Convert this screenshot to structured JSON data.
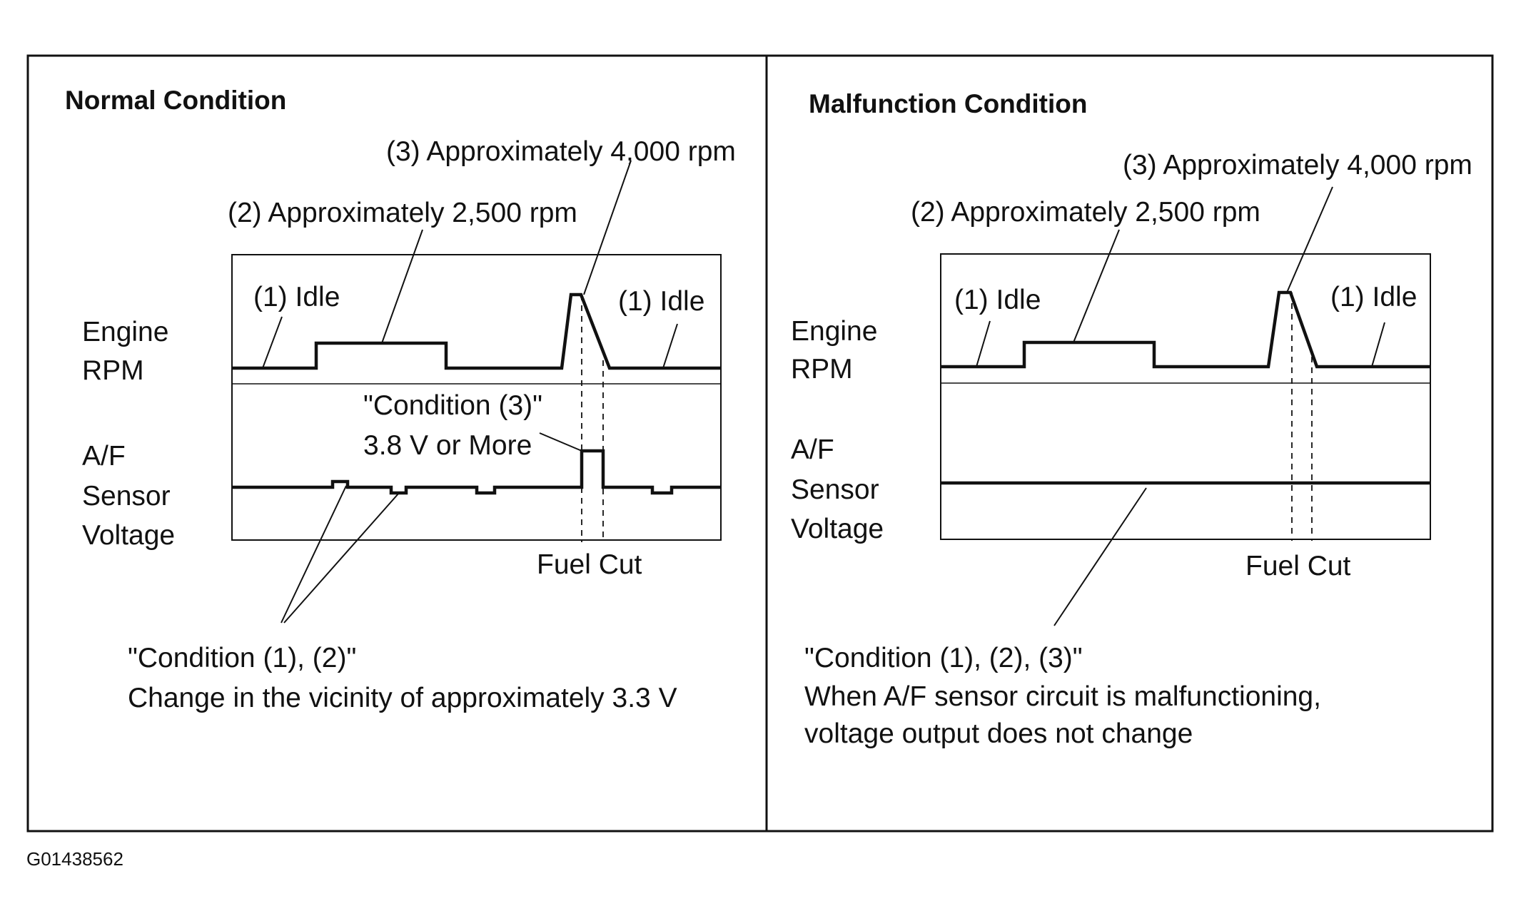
{
  "panels": {
    "normal": {
      "title": "Normal Condition",
      "row_labels": {
        "rpm": [
          "Engine",
          "RPM"
        ],
        "voltage": [
          "A/F",
          "Sensor",
          "Voltage"
        ]
      },
      "callouts": {
        "idle_left": "(1) Idle",
        "rpm_2500": "(2) Approximately 2,500 rpm",
        "rpm_4000": "(3) Approximately 4,000 rpm",
        "idle_right": "(1) Idle",
        "cond3_title": "\"Condition (3)\"",
        "cond3_value": "3.8 V or More",
        "fuel_cut": "Fuel Cut",
        "note_title": "\"Condition (1), (2)\"",
        "note_line1": "Change in the vicinity of approximately 3.3 V"
      }
    },
    "malfunction": {
      "title": "Malfunction Condition",
      "row_labels": {
        "rpm": [
          "Engine",
          "RPM"
        ],
        "voltage": [
          "A/F",
          "Sensor",
          "Voltage"
        ]
      },
      "callouts": {
        "idle_left": "(1) Idle",
        "rpm_2500": "(2) Approximately 2,500 rpm",
        "rpm_4000": "(3) Approximately 4,000 rpm",
        "idle_right": "(1) Idle",
        "fuel_cut": "Fuel Cut",
        "note_title": "\"Condition (1), (2), (3)\"",
        "note_line1": "When A/F sensor circuit is malfunctioning,",
        "note_line2": "voltage output does not change"
      }
    }
  },
  "figure_code": "G01438562"
}
